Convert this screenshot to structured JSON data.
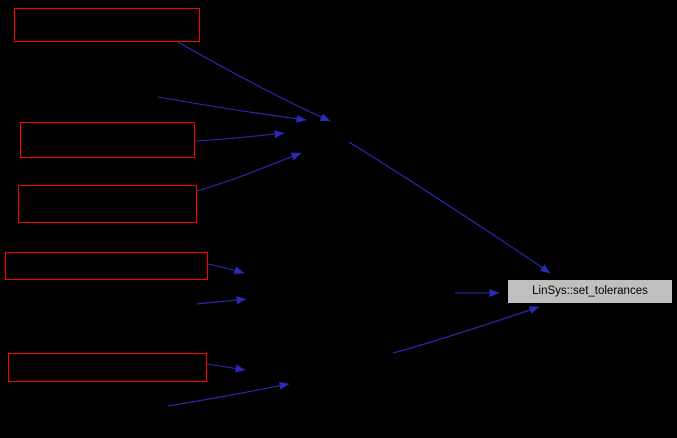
{
  "diagram": {
    "type": "call-graph",
    "target_node": {
      "id": "target",
      "label": "LinSys::set_tolerances"
    },
    "caller_nodes": [
      {
        "id": "caller-1",
        "label": ""
      },
      {
        "id": "caller-2",
        "label": ""
      },
      {
        "id": "caller-3",
        "label": ""
      },
      {
        "id": "caller-4",
        "label": ""
      },
      {
        "id": "caller-5",
        "label": ""
      }
    ],
    "colors": {
      "background": "#000000",
      "caller_border": "#ff0000",
      "edge": "#2a2ab8",
      "target_fill": "#bfbfbf",
      "target_text": "#000000"
    }
  }
}
